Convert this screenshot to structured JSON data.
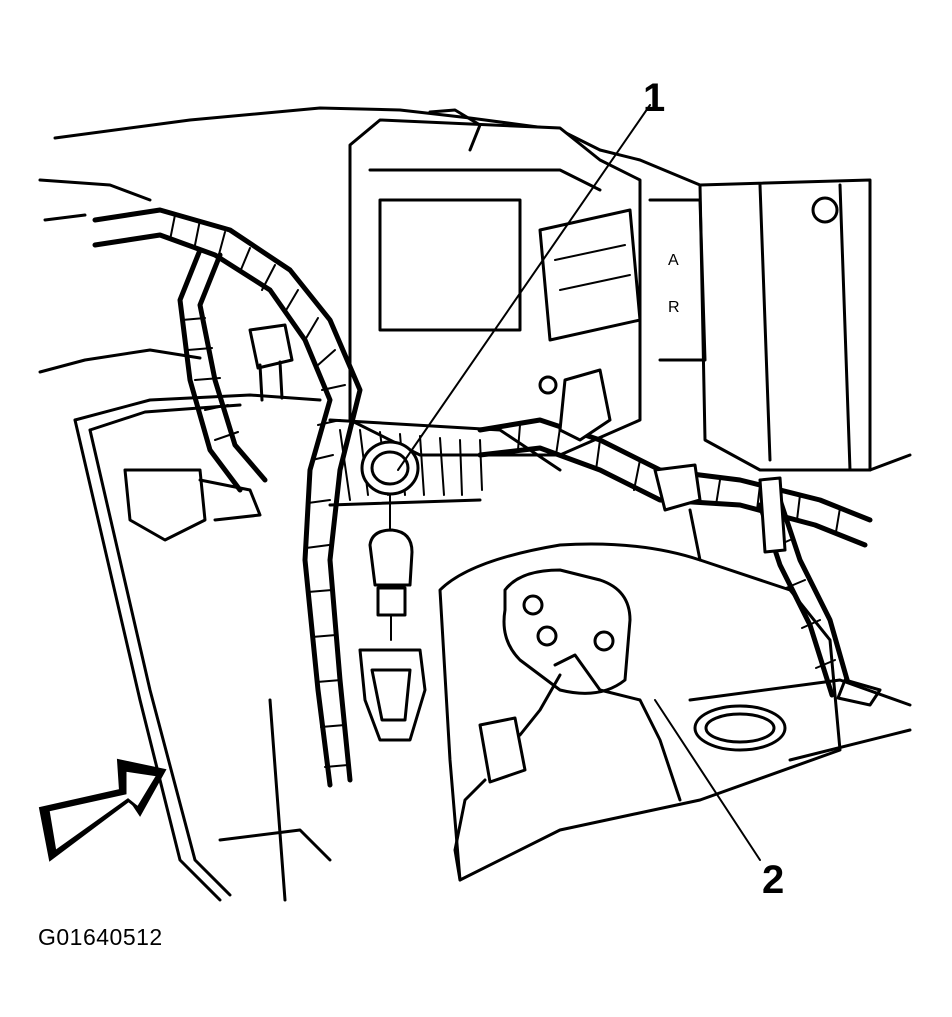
{
  "figure": {
    "callouts": [
      "1",
      "2"
    ],
    "figure_id": "G01640512"
  }
}
